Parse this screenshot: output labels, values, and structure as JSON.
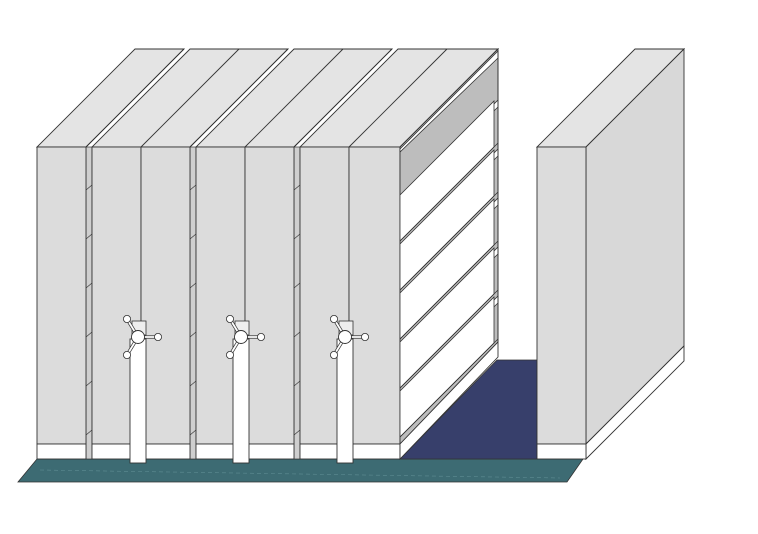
{
  "diagram": {
    "subject": "mobile-shelving-system",
    "colors": {
      "panel_face": "#dcdcdc",
      "panel_top": "#e4e4e4",
      "panel_side": "#d8d8d8",
      "shelf_back": "#bdbdbd",
      "shelf_board": "#ffffff",
      "floor_rail": "#3d6b73",
      "aisle_floor": "#373f6b",
      "outline": "#333333",
      "handle": "#ffffff"
    },
    "units": [
      {
        "id": "unit-1",
        "handle": false
      },
      {
        "id": "unit-2",
        "handle": true
      },
      {
        "id": "unit-3",
        "handle": true
      },
      {
        "id": "unit-4",
        "handle": true,
        "open_side": true
      },
      {
        "id": "unit-5",
        "handle": false,
        "stationary": true
      }
    ],
    "shelf_count": 6,
    "icons": [
      "crank-wheel-icon",
      "crank-wheel-icon",
      "crank-wheel-icon"
    ]
  }
}
